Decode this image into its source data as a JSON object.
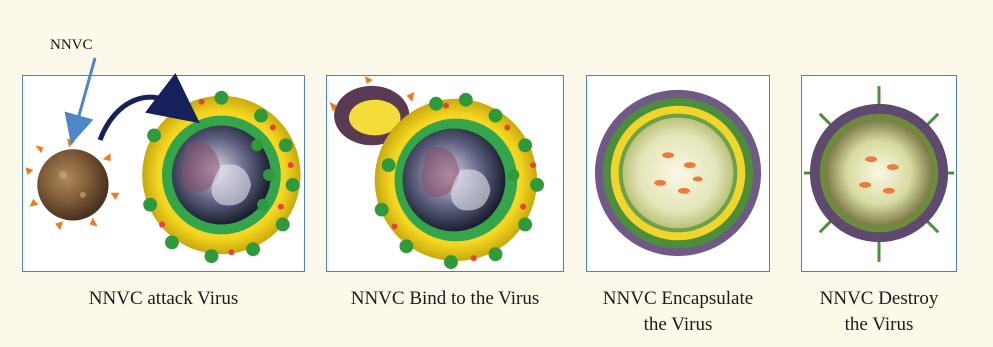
{
  "pointer_label": "NNVC",
  "colors": {
    "page_bg": "#fdf9ea",
    "panel_border": "#4f7fc4",
    "pointer_arrow": "#4f86c6",
    "curved_arrow": "#16205a"
  },
  "panels": [
    {
      "id": "attack",
      "caption_lines": [
        "NNVC attack Virus"
      ]
    },
    {
      "id": "bind",
      "caption_lines": [
        "NNVC Bind to the Virus"
      ]
    },
    {
      "id": "encapsulate",
      "caption_lines": [
        "NNVC Encapsulate",
        "the Virus"
      ]
    },
    {
      "id": "destroy",
      "caption_lines": [
        "NNVC Destroy",
        "the Virus"
      ]
    }
  ]
}
